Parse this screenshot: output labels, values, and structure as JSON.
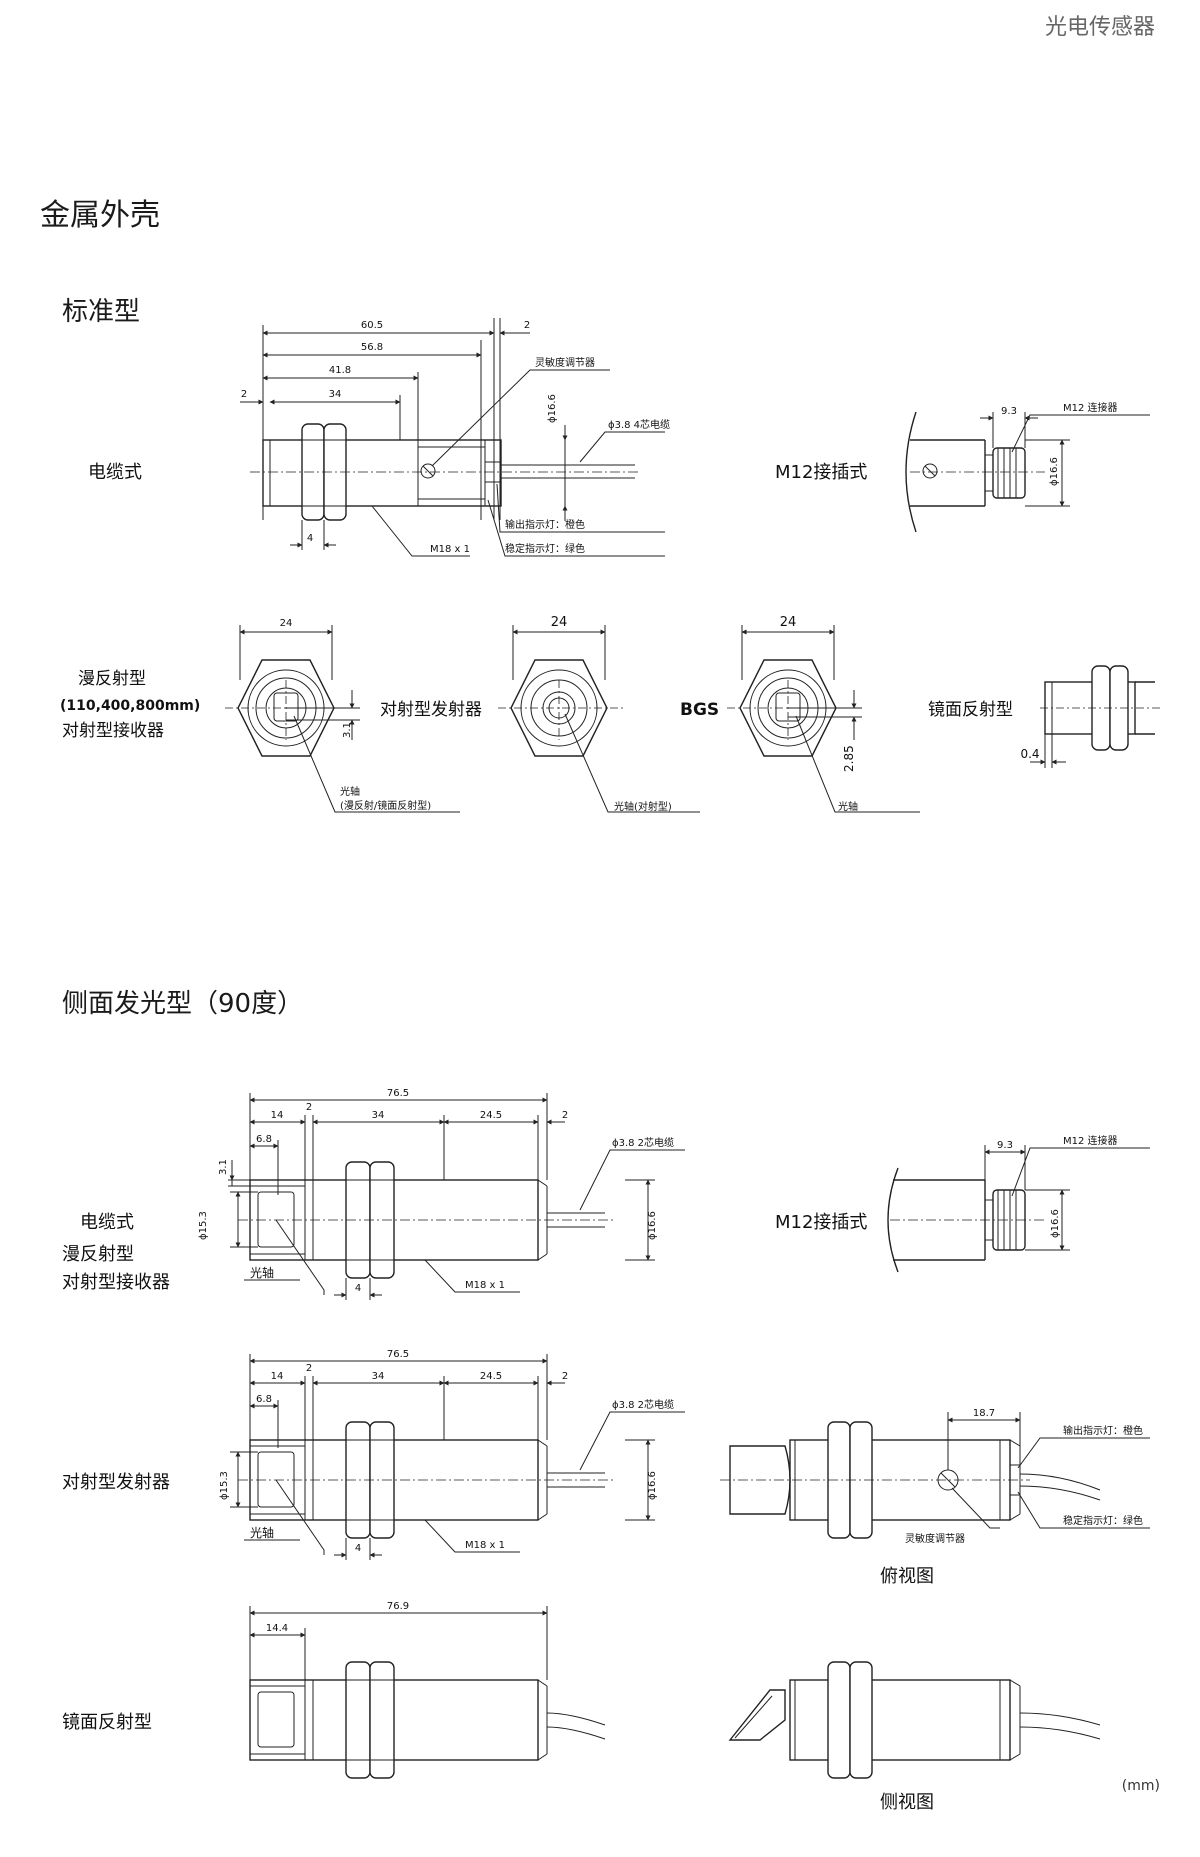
{
  "header": {
    "category": "光电传感器"
  },
  "section": {
    "title": "金属外壳"
  },
  "standard": {
    "title": "标准型",
    "cable_label": "电缆式",
    "m12_label": "M12接插式",
    "dims": {
      "d605": "60.5",
      "d568": "56.8",
      "d418": "41.8",
      "d34": "34",
      "d2a": "2",
      "d2b": "2",
      "d4": "4",
      "d166": "ϕ16.6",
      "d93": "9.3",
      "d166b": "ϕ16.6"
    },
    "annotations": {
      "sensitivity": "灵敏度调节器",
      "cable": "ϕ3.8 4芯电缆",
      "output_led": "输出指示灯：橙色",
      "stable_led": "稳定指示灯：绿色",
      "thread": "M18 x 1",
      "m12_connector": "M12 连接器"
    },
    "front_views": {
      "diffuse_label_1": "漫反射型",
      "diffuse_label_2": "(110,400,800mm)",
      "diffuse_label_3": "对射型接收器",
      "emitter_label": "对射型发射器",
      "bgs_label": "BGS",
      "mirror_label": "镜面反射型",
      "w24a": "24",
      "w24b": "24",
      "w24c": "24",
      "d31": "3.1",
      "d285": "2.85",
      "d04": "0.4",
      "axis1_a": "光轴",
      "axis1_b": "(漫反射/镜面反射型)",
      "axis2": "光轴(对射型)",
      "axis3": "光轴"
    }
  },
  "side": {
    "title": "侧面发光型（90度）",
    "row1": {
      "cable_label": "电缆式",
      "label2": "漫反射型",
      "label3": "对射型接收器",
      "m12_label": "M12接插式",
      "d765": "76.5",
      "d14": "14",
      "d2": "2",
      "d34": "34",
      "d245": "24.5",
      "d2b": "2",
      "d68": "6.8",
      "d31": "3.1",
      "d153": "ϕ15.3",
      "d166": "ϕ16.6",
      "d4": "4",
      "cable": "ϕ3.8 2芯电缆",
      "thread": "M18 x 1",
      "axis": "光轴",
      "d93": "9.3",
      "connector": "M12 连接器",
      "d166b": "ϕ16.6"
    },
    "row2": {
      "label": "对射型发射器",
      "d765": "76.5",
      "d14": "14",
      "d2": "2",
      "d34": "34",
      "d245": "24.5",
      "d2b": "2",
      "d68": "6.8",
      "d153": "ϕ15.3",
      "d166": "ϕ16.6",
      "d4": "4",
      "cable": "ϕ3.8 2芯电缆",
      "thread": "M18 x 1",
      "axis": "光轴",
      "d187": "18.7",
      "output_led": "输出指示灯：橙色",
      "sensitivity": "灵敏度调节器",
      "stable_led": "稳定指示灯：绿色",
      "top_view": "俯视图"
    },
    "row3": {
      "label": "镜面反射型",
      "d769": "76.9",
      "d144": "14.4",
      "side_view": "侧视图"
    }
  },
  "unit": "(mm)"
}
